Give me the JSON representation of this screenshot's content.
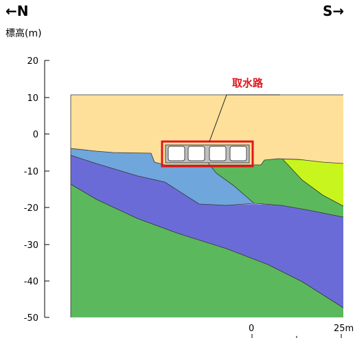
{
  "direction": {
    "left": "←N",
    "right": "S→"
  },
  "axis": {
    "label": "標高(m)",
    "ticks": [
      "20",
      "10",
      "0",
      "-10",
      "-20",
      "-30",
      "-40",
      "-50"
    ]
  },
  "callout": {
    "label": "取水路"
  },
  "scale": {
    "start": "0",
    "end": "25m"
  },
  "colors": {
    "fill_soil": "#ffe09a",
    "light_blue_layer": "#6fa6dc",
    "green_layer": "#5cb85c",
    "purple_layer": "#6b6bd8",
    "deep_green_layer": "#5cb85c",
    "yellow_green_layer": "#c8f51e",
    "highlight": "#e0151b"
  },
  "culvert": {
    "cells": 4
  }
}
